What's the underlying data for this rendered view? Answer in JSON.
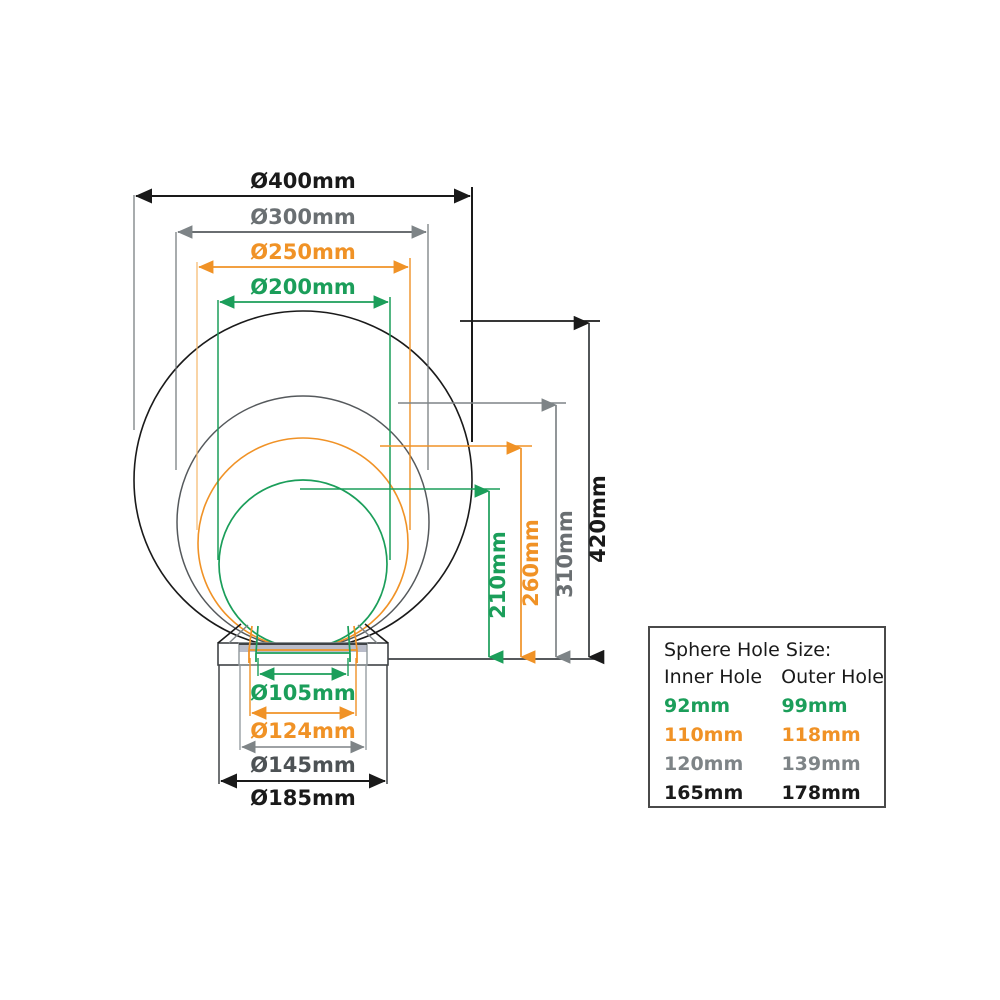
{
  "colors": {
    "green": "#1b9e5a",
    "orange": "#f09226",
    "gray": "#7e8487",
    "black": "#1a1a1a",
    "gray_light": "#9aa0a3",
    "base_fill": "#b9bcc9"
  },
  "diagram": {
    "title_alt": "Sphere dimension drawing",
    "horizontal_dimensions": [
      {
        "label": "Ø400mm",
        "color_key": "black",
        "value_mm": 400
      },
      {
        "label": "Ø300mm",
        "color_key": "gray",
        "value_mm": 300
      },
      {
        "label": "Ø250mm",
        "color_key": "orange",
        "value_mm": 250
      },
      {
        "label": "Ø200mm",
        "color_key": "green",
        "value_mm": 200
      }
    ],
    "vertical_dimensions": [
      {
        "label": "210mm",
        "color_key": "green",
        "value_mm": 210
      },
      {
        "label": "260mm",
        "color_key": "orange",
        "value_mm": 260
      },
      {
        "label": "310mm",
        "color_key": "gray",
        "value_mm": 310
      },
      {
        "label": "420mm",
        "color_key": "black",
        "value_mm": 420
      }
    ],
    "base_dimensions": [
      {
        "label": "Ø105mm",
        "color_key": "green",
        "value_mm": 105
      },
      {
        "label": "Ø124mm",
        "color_key": "orange",
        "value_mm": 124
      },
      {
        "label": "Ø145mm",
        "color_key": "gray",
        "value_mm": 145
      },
      {
        "label": "Ø185mm",
        "color_key": "black",
        "value_mm": 185
      }
    ]
  },
  "legend": {
    "title": "Sphere Hole Size:",
    "headers": {
      "inner": "Inner Hole",
      "outer": "Outer Hole"
    },
    "rows": [
      {
        "inner": "92mm",
        "outer": "99mm",
        "color_key": "green"
      },
      {
        "inner": "110mm",
        "outer": "118mm",
        "color_key": "orange"
      },
      {
        "inner": "120mm",
        "outer": "139mm",
        "color_key": "gray"
      },
      {
        "inner": "165mm",
        "outer": "178mm",
        "color_key": "black"
      }
    ]
  }
}
